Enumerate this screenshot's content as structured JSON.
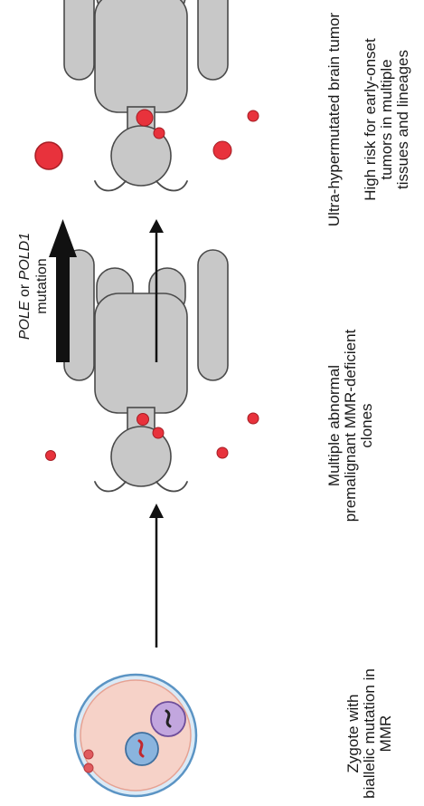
{
  "mutation_label": {
    "gene1": "POLE",
    "or": " or ",
    "gene2": "POLD1",
    "line2": "mutation"
  },
  "labels": {
    "zygote": [
      "Zygote with",
      "biallelic mutation in",
      "MMR"
    ],
    "clones": [
      "Multiple abnormal",
      "premalignant MMR-deficient",
      "clones"
    ],
    "tumor": "Ultra-hypermutated brain tumor",
    "risk": [
      "High risk for early-onset",
      "tumors in multiple",
      "tissues and lineages"
    ]
  },
  "colors": {
    "body": "#c7c7c7",
    "outline": "#4a4a4a",
    "tumor": "#e8323c",
    "arrow": "#111111",
    "zygote_outer": "#7fb6de",
    "zygote_inner": "#f7cfc4",
    "pronucleus_blue": "#7aa8d6",
    "pronucleus_purple": "#b79ad6"
  }
}
